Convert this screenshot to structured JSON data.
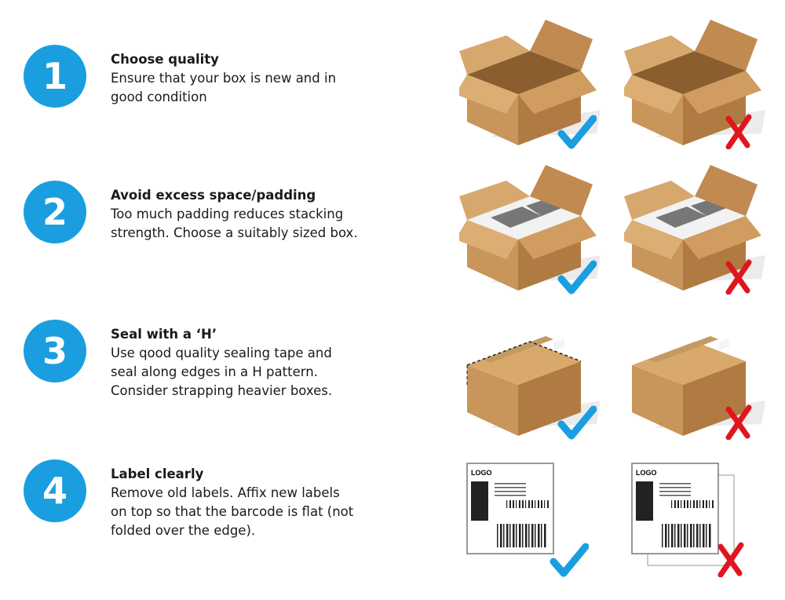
{
  "colors": {
    "accent": "#1a9ee0",
    "check": "#1a9ee0",
    "cross": "#e0161e",
    "box": "#c99a5e"
  },
  "steps": [
    {
      "number": "1",
      "title": "Choose quality",
      "body": [
        "Ensure that your box is new and in",
        "good condition"
      ]
    },
    {
      "number": "2",
      "title": "Avoid excess space/padding",
      "body": [
        "Too much padding reduces stacking",
        "strength. Choose a suitably sized box."
      ]
    },
    {
      "number": "3",
      "title": "Seal with a ‘H’",
      "body": [
        "Use qood quality sealing tape and",
        "seal along edges in a H pattern.",
        "Consider strapping heavier boxes."
      ]
    },
    {
      "number": "4",
      "title": "Label clearly",
      "body": [
        "Remove old labels. Affix new labels",
        "on top so that the barcode is flat (not",
        "folded over the edge)."
      ]
    }
  ],
  "label": {
    "logo": "LOGO"
  },
  "icons": {
    "good": "check-icon",
    "bad": "cross-icon"
  }
}
